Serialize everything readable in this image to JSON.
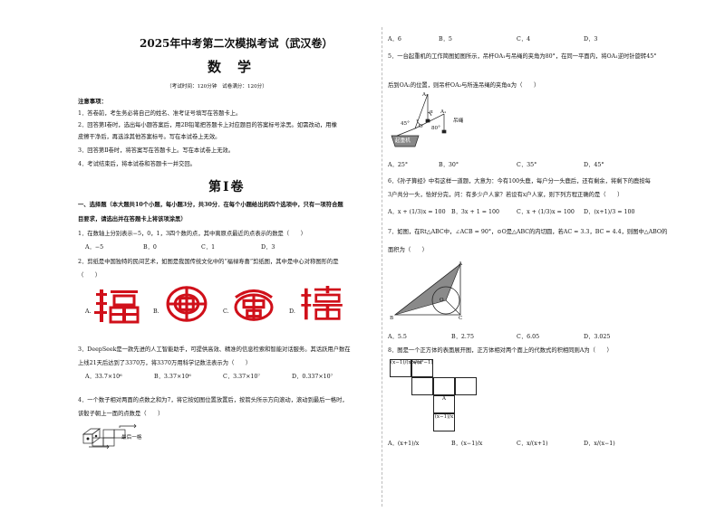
{
  "header": {
    "title": "2025年中考第二次模拟考试（武汉卷）",
    "subject": "数学",
    "meta": "（考试时间：120分钟　试卷满分：120分）"
  },
  "notice": {
    "heading": "注意事项：",
    "items": [
      "1．答卷前，考生务必将自己的姓名、准考证号填写在答题卡上。",
      "2．回答第Ⅰ卷时，选出每小题答案后，用2B铅笔把答题卡上对应题目的答案标号涂黑。如需改动，用橡",
      "皮擦干净后，再选涂其他答案标号。写在本试卷上无效。",
      "3．回答第Ⅱ卷时，将答案写在答题卡上。写在本试卷上无效。",
      "4．考试结束后，将本试卷和答题卡一并交回。"
    ]
  },
  "section": {
    "title": "第Ⅰ卷",
    "instruction_line1": "一、选择题（本大题共10个小题，每小题3分，共30分．在每个小题给出的四个选项中，只有一项符合题",
    "instruction_line2": "目要求，请选出并在答题卡上将该项涂黑）"
  },
  "q1": {
    "stem": "1．在数轴上分别表示−5，0，1，3四个数的点，其中离原点最近的点表示的数是（　　）",
    "options": [
      "A．−5",
      "B．0",
      "C．1",
      "D．3"
    ]
  },
  "q2": {
    "stem1": "2．剪纸是中国独特的民间艺术，如图是我国传统文化中的“福禄寿喜”剪纸图，其中是中心对称图形的是",
    "stem2": "（　　）",
    "labels": [
      "A.",
      "B.",
      "C.",
      "D."
    ],
    "chars": [
      "福",
      "禄",
      "寿",
      "禧"
    ],
    "color": "#d0101a"
  },
  "q3": {
    "stem1": "3．DeepSeek是一款先进的人工智能助手，可提供高效、精准的信息检索和智能对话服务。其话跃用户数在",
    "stem2": "上线21天后达到了3370万，将3370万用科学记数法表示为（　　）",
    "options": [
      "A．33.7×10⁶",
      "B．3.37×10⁶",
      "C．3.37×10⁷",
      "D．0.337×10⁷"
    ]
  },
  "q4": {
    "stem1": "4．一个数子相对两面的点数之和为7，将它按如图位置放置后，按箭头所示方向滚动，滚动到最后一格时，",
    "stem2": "该骰子朝上一面的点数是（　　）",
    "figure_label": "最后一格"
  },
  "right_top_options": [
    "A．6",
    "B．5",
    "C．4",
    "D．3"
  ],
  "q5": {
    "stem1": "5．一台起重机的工作简图如图所示，吊杆OA₁与吊绳的夹角为80°，在同一平面内，将OA₁逆时针旋转45°",
    "stem2": "后到OA₂的位置，则吊杆OA₂与所连吊绳的夹角α为（　　）",
    "labels": [
      "A₁",
      "A₂",
      "45°",
      "80°",
      "α",
      "O",
      "吊绳",
      "起重机"
    ],
    "options": [
      "A．25°",
      "B．30°",
      "C．35°",
      "D．45°"
    ]
  },
  "q6": {
    "stem1": "6．《孙子算经》中有这样一道题，大意为：今有100头鹿，每户分一头鹿后，还有剩余，将剩下的鹿按每",
    "stem2": "3户共分一头，恰好分完，问：有多少户人家？若设有x户人家，则下列方程正确的是（　　）",
    "options": [
      "A．x + (1/3)x = 100",
      "B．3x + 1 = 100",
      "C．x + (1/3)x = 100",
      "D．(x+1)/3 = 100"
    ]
  },
  "q7": {
    "stem1": "7．如图，在Rt△ABC中，∠ACB = 90°，⊙O是△ABC的内切圆，若AC = 3.3，BC = 4.4，则图中△ABO的",
    "stem2": "面积为（　　）",
    "labels": [
      "A",
      "B",
      "C",
      "O"
    ],
    "options": [
      "A．5.5",
      "B．2.75",
      "C．6.05",
      "D．3.025"
    ]
  },
  "q8": {
    "stem": "8．图是一个正方体的表面展开图，正方体相对两个面上的代数式的积相同则A为（　　）",
    "cells": [
      "(x−1)/(x²+x)",
      "x/(x²−1)",
      "A",
      "(x−1)/x"
    ],
    "options": [
      "A．(x+1)/x",
      "B．(x−1)/x",
      "C．x/(x+1)",
      "D．x/(x−1)"
    ]
  }
}
